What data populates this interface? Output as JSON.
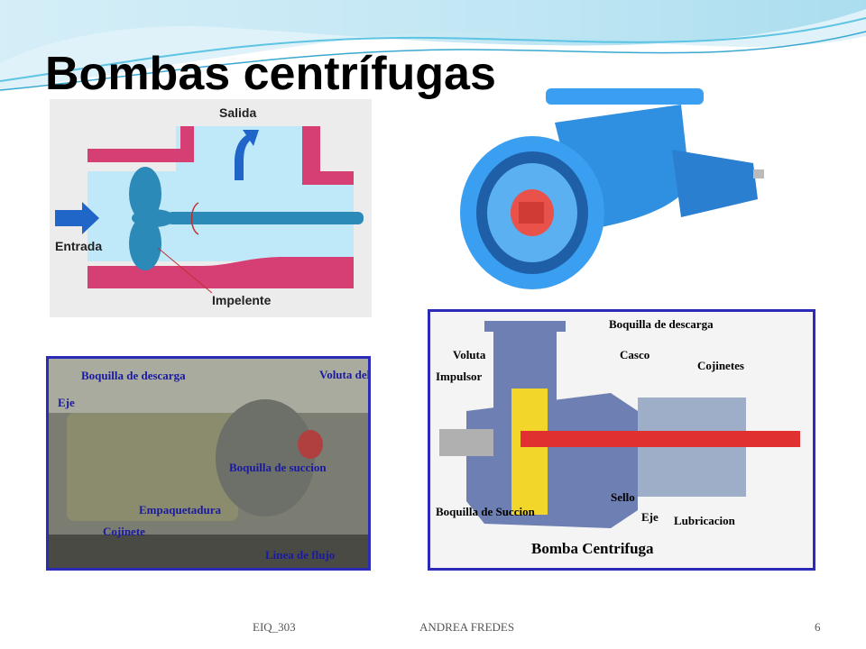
{
  "slide": {
    "title": "Bombas centrífugas",
    "footer": {
      "course": "EIQ_303",
      "author": "ANDREA FREDES",
      "page": "6"
    }
  },
  "colors": {
    "water": "#bfe9f8",
    "casing": "#d63f73",
    "shaft": "#2c8ab8",
    "arrow": "#1f66c8",
    "pump_blue": "#2f8fe0",
    "frame": "#2b2bb8"
  },
  "diagram_axial": {
    "labels": {
      "salida": "Salida",
      "entrada": "Entrada",
      "impelente": "Impelente"
    }
  },
  "photo_pump": {
    "labels": {
      "descarga": "Boquilla de descarga",
      "voluta": "Voluta del casco",
      "eje": "Eje",
      "succion": "Boquilla de succion",
      "empaquetadura": "Empaquetadura",
      "cojinete": "Cojinete",
      "flujo": "Linea de flujo"
    }
  },
  "cutaway": {
    "labels": {
      "descarga": "Boquilla de descarga",
      "voluta": "Voluta",
      "casco": "Casco",
      "impulsor": "Impulsor",
      "cojinetes": "Cojinetes",
      "succion": "Boquilla de Succion",
      "sello": "Sello",
      "eje": "Eje",
      "lubricacion": "Lubricacion"
    },
    "caption": "Bomba Centrifuga"
  }
}
